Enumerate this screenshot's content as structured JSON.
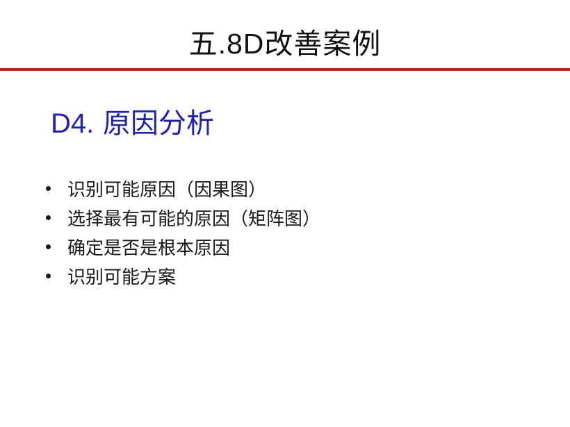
{
  "slide": {
    "title_prefix": "五",
    "title_latin": ".8D",
    "title_suffix": "改善案例",
    "rule_color": "#d7161c",
    "heading_latin": "D4.",
    "heading_text": " 原因分析",
    "heading_color": "#1f1fbf",
    "bullets": [
      {
        "text": "识别可能原因（因果图）"
      },
      {
        "text": "选择最有可能的原因（矩阵图）"
      },
      {
        "text": "确定是否是根本原因"
      },
      {
        "text": "识别可能方案"
      }
    ]
  }
}
